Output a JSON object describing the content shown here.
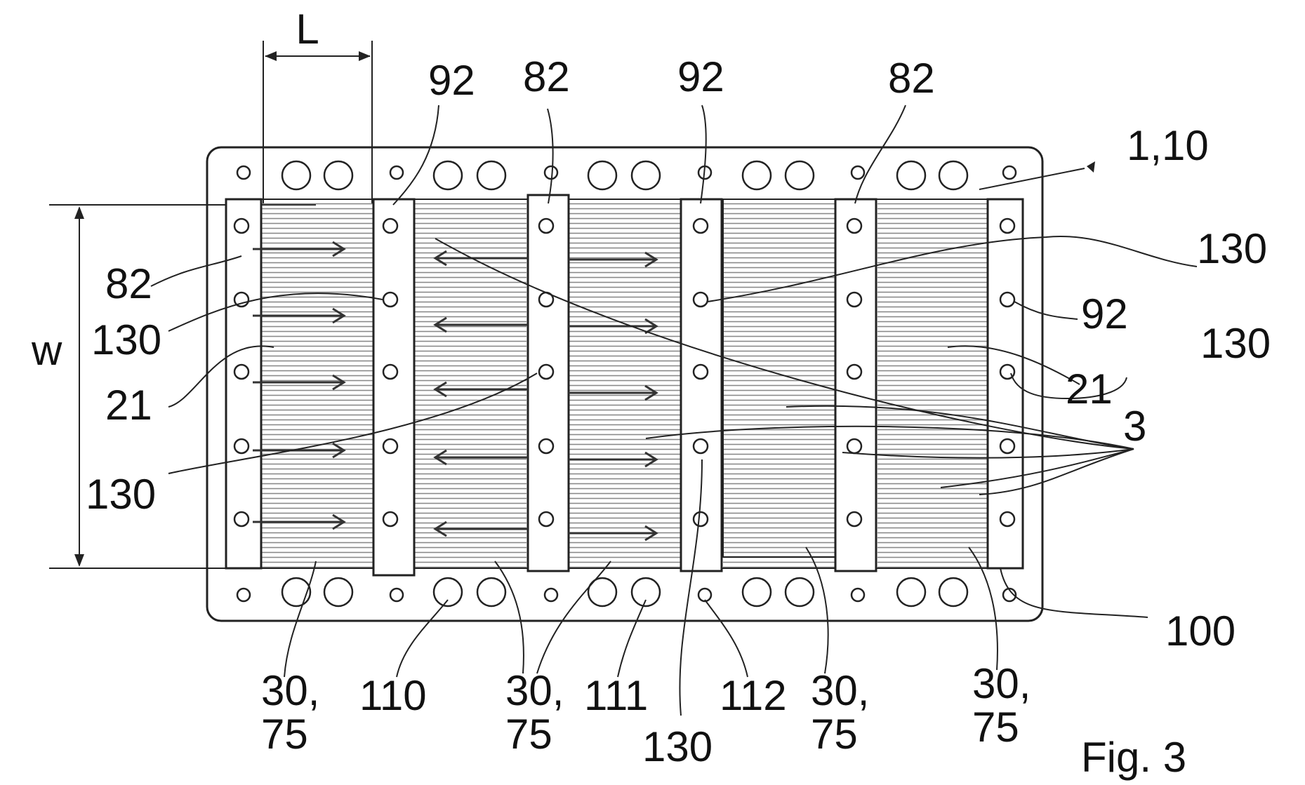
{
  "figure": {
    "caption": "Fig. 3",
    "dimension_labels": {
      "length": "L",
      "width": "w"
    },
    "reference_labels": {
      "device": "1,10",
      "plate": "100",
      "sections": "3",
      "channel_a": "21",
      "channel_b": "21",
      "strip_82_left": "82",
      "strip_82_top_a": "82",
      "strip_82_top_b": "82",
      "strip_92_top_a": "92",
      "strip_92_top_b": "92",
      "strip_92_right": "92",
      "hole_130_a": "130",
      "hole_130_b": "130",
      "hole_130_c": "130",
      "hole_130_d": "130",
      "hole_130_e": "130",
      "port_110": "110",
      "port_111": "111",
      "port_112": "112",
      "field_a": "30,\n75",
      "field_b": "30,\n75",
      "field_c": "30,\n75",
      "field_d": "30,\n75"
    },
    "colors": {
      "ink": "#222222",
      "hatch": "#8a8a8a",
      "background": "#ffffff"
    }
  }
}
